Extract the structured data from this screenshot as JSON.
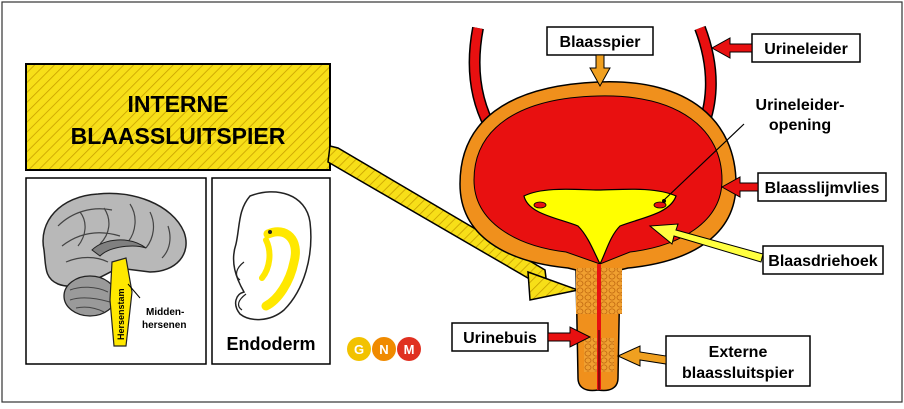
{
  "title_box": {
    "line1": "INTERNE",
    "line2": "BLAASSLUITSPIER"
  },
  "labels": {
    "blaasspier": "Blaasspier",
    "urineleider": "Urineleider",
    "urineleider_opening_1": "Urineleider-",
    "urineleider_opening_2": "opening",
    "blaasslijmvlies": "Blaasslijmvlies",
    "blaasdriehoek": "Blaasdriehoek",
    "urinebuis": "Urinebuis",
    "externe_1": "Externe",
    "externe_2": "blaassluitspier"
  },
  "brain_panel": {
    "hersenstam": "Hersenstam",
    "midden_1": "Midden-",
    "midden_2": "hersenen"
  },
  "embryo_panel": {
    "label": "Endoderm"
  },
  "logo": {
    "letters": [
      "G",
      "N",
      "M"
    ],
    "colors": [
      "#f2c200",
      "#f08a00",
      "#e03020"
    ]
  },
  "colors": {
    "bladder_outer": "#f0901c",
    "bladder_inner": "#e81010",
    "trigone": "#ffff00",
    "ureter": "#e81010",
    "arrow_orange": "#f0a020",
    "arrow_red": "#e81010",
    "arrow_yellow": "#ffff40",
    "hatch_yellow": "#f7df18"
  }
}
